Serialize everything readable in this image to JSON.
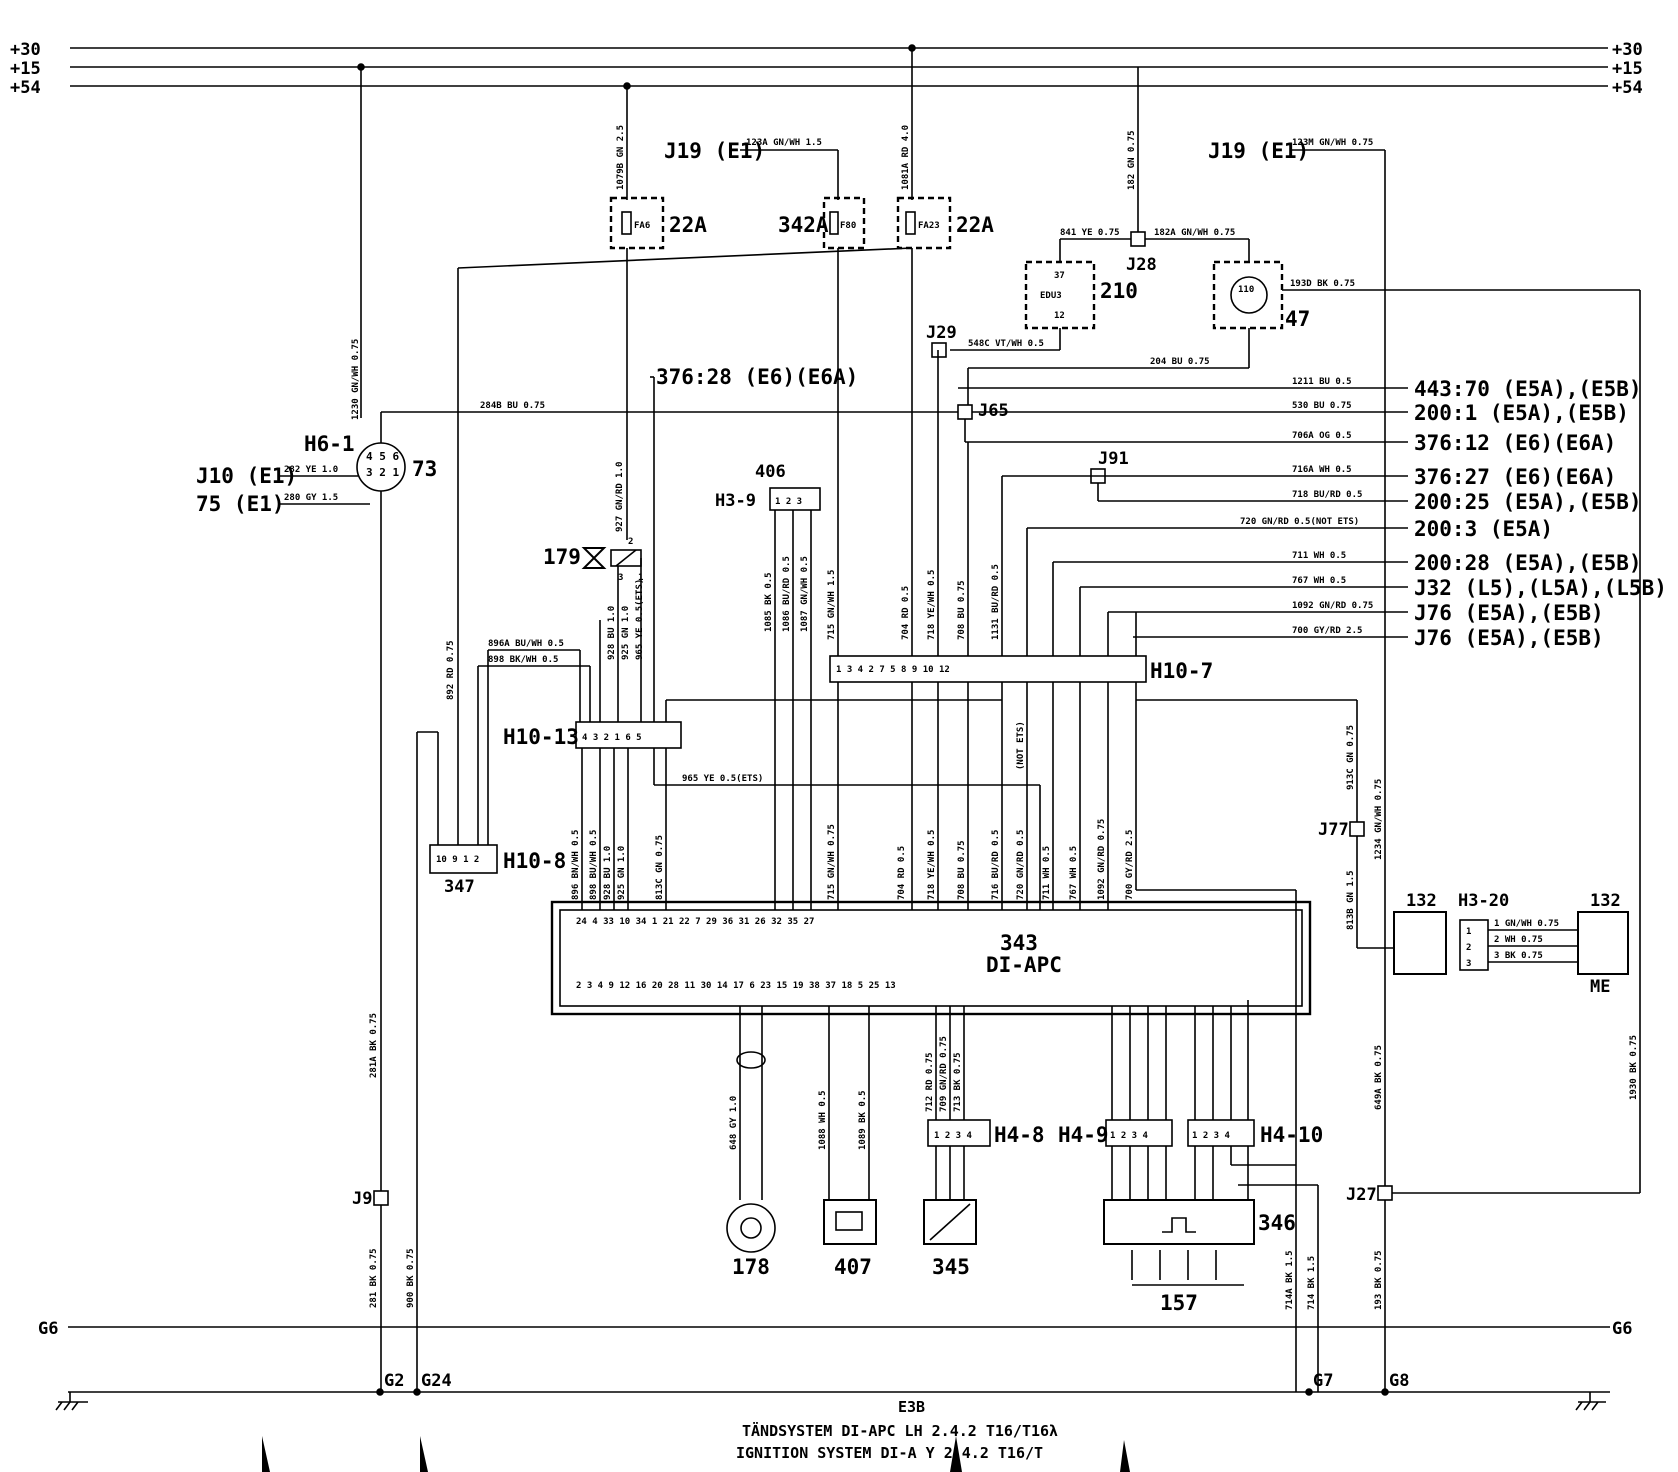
{
  "rails": {
    "r30": "+30",
    "r15": "+15",
    "r54": "+54",
    "g6": "G6"
  },
  "grounds": [
    "G2",
    "G24",
    "G7",
    "G8"
  ],
  "fuses": [
    {
      "code": "FA6",
      "rating": "22A"
    },
    {
      "code": "F80",
      "rating": "342A"
    },
    {
      "code": "FA23",
      "rating": "22A"
    }
  ],
  "labels": {
    "j19a": "J19 (E1)",
    "j19b": "J19 (E1)",
    "j10": "J10 (E1)",
    "c75": "75 (E1)",
    "h61": "H6-1",
    "n73": "73",
    "j28": "J28",
    "j29": "J29",
    "j65": "J65",
    "j91": "J91",
    "j77": "J77",
    "j9": "J9",
    "j27": "J27",
    "n210": "210",
    "edu": "EDU3",
    "n47": "47",
    "c110": "110",
    "n406": "406",
    "h39": "H3-9",
    "n179": "179",
    "h107": "H10-7",
    "h1013": "H10-13",
    "h108": "H10-8",
    "n347": "347",
    "n343": "343",
    "diapc": "DI-APC",
    "h48": "H4-8",
    "h49": "H4-9",
    "h410": "H4-10",
    "n178": "178",
    "n407": "407",
    "n345": "345",
    "n346": "346",
    "n157": "157",
    "n132a": "132",
    "n132b": "132",
    "h320": "H3-20",
    "me": "ME",
    "ref376top": "376:28 (E6)(E6A)"
  },
  "right_refs": [
    {
      "wire": "1211 BU 0.5",
      "ref": "443:70 (E5A),(E5B)"
    },
    {
      "wire": "530 BU 0.75",
      "ref": "200:1 (E5A),(E5B)"
    },
    {
      "wire": "706A OG 0.5",
      "ref": "376:12 (E6)(E6A)"
    },
    {
      "wire": "716A WH 0.5",
      "ref": "376:27 (E6)(E6A)"
    },
    {
      "wire": "718 BU/RD 0.5",
      "ref": "200:25 (E5A),(E5B)"
    },
    {
      "wire": "720 GN/RD 0.5(NOT ETS)",
      "ref": "200:3 (E5A)"
    },
    {
      "wire": "711 WH 0.5",
      "ref": "200:28 (E5A),(E5B)"
    },
    {
      "wire": "767 WH 0.5",
      "ref": "J32 (L5),(L5A),(L5B)"
    },
    {
      "wire": "1092 GN/RD 0.75",
      "ref": "J76 (E5A),(E5B)"
    },
    {
      "wire": "700 GY/RD 2.5",
      "ref": "J76 (E5A),(E5B)"
    }
  ],
  "wire_labels": {
    "w1230": "1230 GN/WH 0.75",
    "w282": "282 YE 1.0",
    "w280": "280 GY 1.5",
    "w284b": "284B BU 0.75",
    "w1079b": "1079B GN 2.5",
    "w123a": "123A GN/WH 1.5",
    "w1081a": "1081A RD 4.0",
    "w182": "182 GN 0.75",
    "w841": "841 YE 0.75",
    "w182a": "182A GN/WH 0.75",
    "w123m": "123M GN/WH 0.75",
    "w193d": "193D BK 0.75",
    "w548c": "548C VT/WH 0.5",
    "w204": "204 BU 0.75",
    "w927": "927 GN/RD 1.0",
    "w896a": "896A BU/WH 0.5",
    "w898": "898 BK/WH 0.5",
    "w965": "965 YE 0.5(ETS)",
    "w813c": "813C GN 0.75",
    "w9131": "913C GN 0.75",
    "w813b": "813B GN 1.5",
    "w1234": "1234 GN/WH 0.75",
    "w648": "648 GY 1.0",
    "w1088": "1088 WH 0.5",
    "w1089": "1089 BK 0.5",
    "w281a": "281A BK 0.75",
    "w281": "281 BK 0.75",
    "w900": "900 BK 0.75",
    "w649a": "649A BK 0.75",
    "w193": "193 BK 0.75",
    "w1930": "1930 BK 0.75",
    "w714a": "714A BK 1.5",
    "w714": "714 BK 1.5",
    "w892": "892 RD 0.75",
    "h320_1": "1 GN/WH 0.75",
    "h320_2": "2 WH 0.75",
    "h320_3": "3 BK 0.75",
    "notets": "(NOT ETS)"
  },
  "title": {
    "code": "E3B",
    "line1": "TÄNDSYSTEM DI-APC LH 2.4.2 T16/T16λ",
    "line2": "IGNITION SYSTEM DI-A   Y 2.4.2 T16/T"
  }
}
